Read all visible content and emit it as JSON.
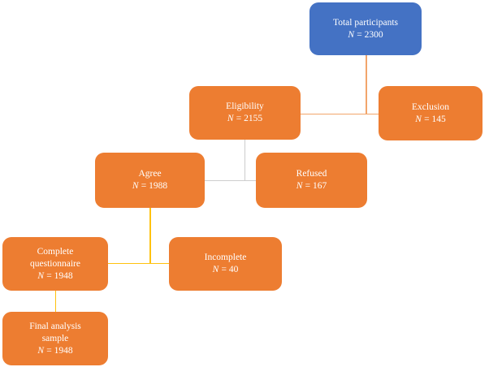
{
  "figure": {
    "type": "flow-diagram",
    "description": "Participant flow chart"
  },
  "colors": {
    "node_blue": "#4472C4",
    "node_orange": "#ED7D31",
    "connector_orange": "#F2A56B",
    "connector_gray": "#CDCDCD",
    "connector_yellow": "#FFC20E",
    "text_white": "#FFFFFF"
  },
  "nodes": [
    {
      "id": "total-participants",
      "title": "Total participants",
      "n_label": "N",
      "n_value": "= 2300"
    },
    {
      "id": "eligibility",
      "title": "Eligibility",
      "n_label": "N",
      "n_value": "= 2155"
    },
    {
      "id": "exclusion",
      "title": "Exclusion",
      "n_label": "N",
      "n_value": "= 145"
    },
    {
      "id": "agree",
      "title": "Agree",
      "n_label": "N",
      "n_value": "= 1988"
    },
    {
      "id": "refused",
      "title": "Refused",
      "n_label": "N",
      "n_value": "= 167"
    },
    {
      "id": "complete-questionnaire",
      "title": "Complete\nquestionnaire",
      "n_label": "N",
      "n_value": "= 1948"
    },
    {
      "id": "incomplete",
      "title": "Incomplete",
      "n_label": "N",
      "n_value": "= 40"
    },
    {
      "id": "final-analysis-sample",
      "title": "Final analysis\nsample",
      "n_label": "N",
      "n_value": "= 1948"
    }
  ],
  "edges": [
    {
      "from": "total-participants",
      "to": "eligibility",
      "color_key": "connector_orange"
    },
    {
      "from": "total-participants",
      "to": "exclusion",
      "color_key": "connector_orange"
    },
    {
      "from": "eligibility",
      "to": "agree",
      "color_key": "connector_gray"
    },
    {
      "from": "eligibility",
      "to": "refused",
      "color_key": "connector_gray"
    },
    {
      "from": "agree",
      "to": "complete-questionnaire",
      "color_key": "connector_yellow"
    },
    {
      "from": "agree",
      "to": "incomplete",
      "color_key": "connector_yellow"
    },
    {
      "from": "complete-questionnaire",
      "to": "final-analysis-sample",
      "color_key": "connector_yellow"
    }
  ]
}
